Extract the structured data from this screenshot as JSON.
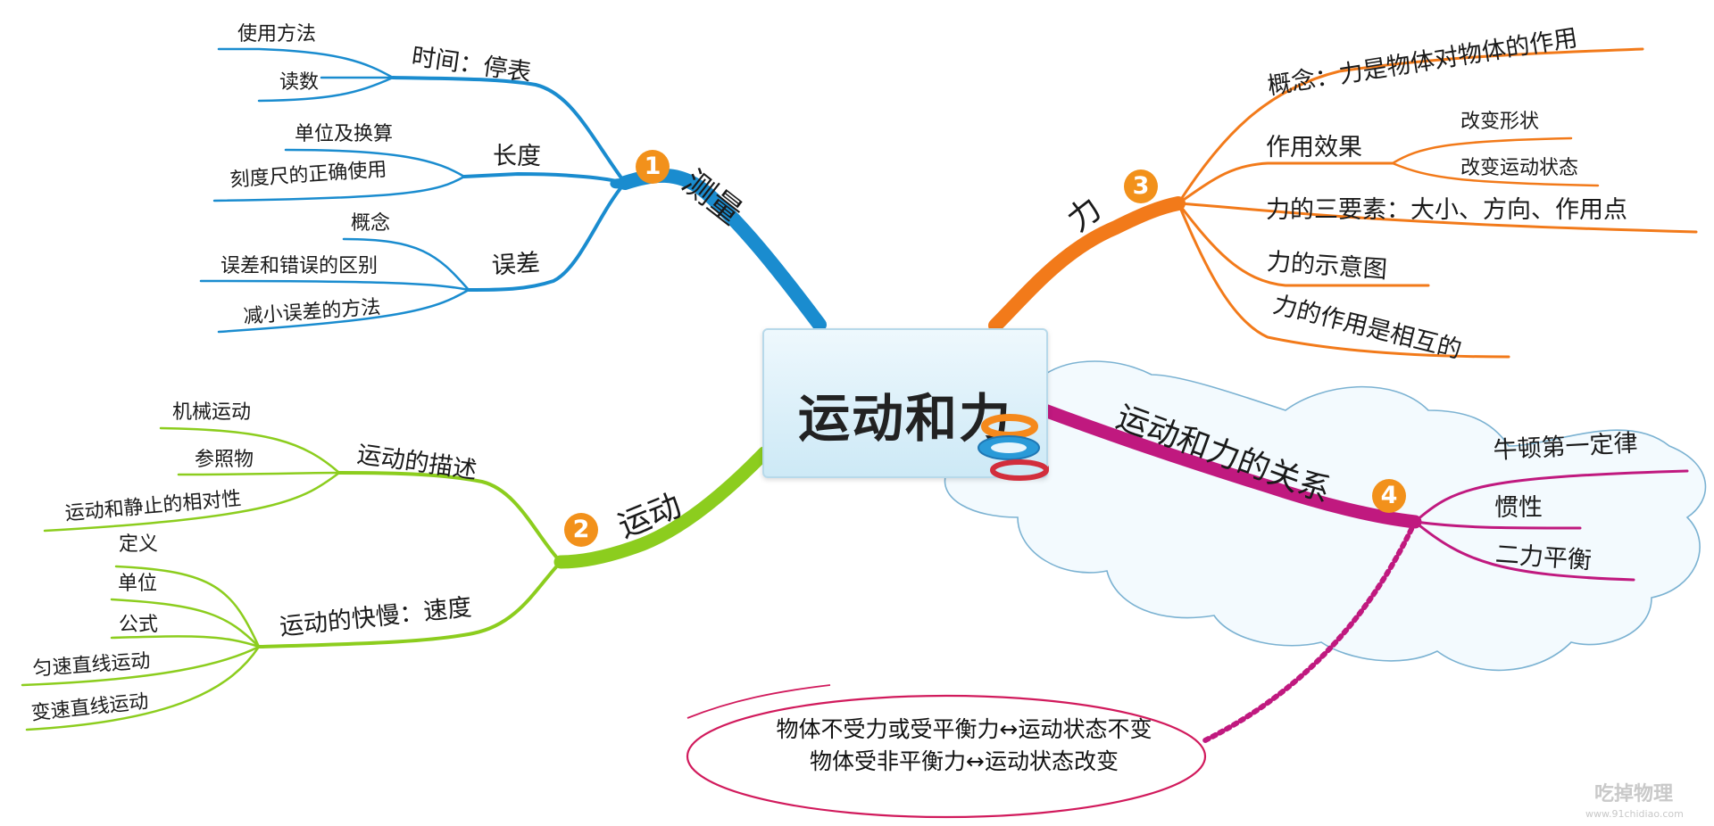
{
  "center": {
    "title": "运动和力"
  },
  "branches": {
    "measure": {
      "label": "测量",
      "number": "1",
      "color": "#1a8ccf",
      "topics": {
        "time": {
          "label": "时间：停表",
          "items": [
            "使用方法",
            "读数"
          ]
        },
        "length": {
          "label": "长度",
          "items": [
            "单位及换算",
            "刻度尺的正确使用"
          ]
        },
        "error": {
          "label": "误差",
          "items": [
            "概念",
            "误差和错误的区别",
            "减小误差的方法"
          ]
        }
      }
    },
    "motion": {
      "label": "运动",
      "number": "2",
      "color": "#8ccd1e",
      "topics": {
        "describe": {
          "label": "运动的描述",
          "items": [
            "机械运动",
            "参照物",
            "运动和静止的相对性"
          ]
        },
        "speed": {
          "label": "运动的快慢：速度",
          "items": [
            "定义",
            "单位",
            "公式",
            "匀速直线运动",
            "变速直线运动"
          ]
        }
      }
    },
    "force": {
      "label": "力",
      "number": "3",
      "color": "#f27a1a",
      "topics": {
        "concept": {
          "label": "概念：力是物体对物体的作用"
        },
        "effect": {
          "label": "作用效果",
          "items": [
            "改变形状",
            "改变运动状态"
          ]
        },
        "elements": {
          "label": "力的三要素：大小、方向、作用点"
        },
        "diagram": {
          "label": "力的示意图"
        },
        "mutual": {
          "label": "力的作用是相互的"
        }
      }
    },
    "relation": {
      "label": "运动和力的关系",
      "number": "4",
      "color": "#c0197f",
      "items": [
        "牛顿第一定律",
        "惯性",
        "二力平衡"
      ]
    }
  },
  "note": {
    "line1": "物体不受力或受平衡力↔运动状态不变",
    "line2": "物体受非平衡力↔运动状态改变"
  },
  "watermark": {
    "main": "吃掉物理",
    "url": "www.91chidiao.com"
  },
  "badge_color": "#f2911b"
}
